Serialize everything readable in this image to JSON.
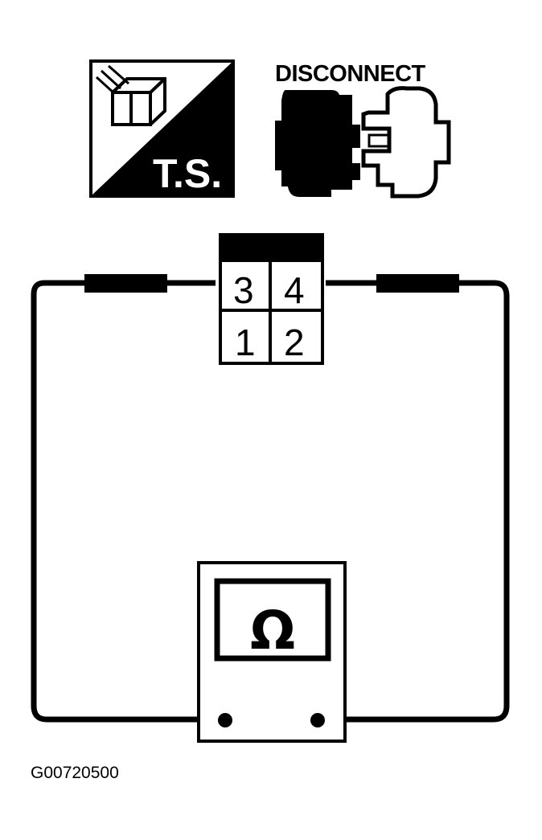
{
  "icons": {
    "test_step": {
      "name": "test-step-icon",
      "label": "T.S."
    },
    "disconnect": {
      "name": "disconnect-connector-icon",
      "label": "DISCONNECT"
    }
  },
  "connector": {
    "pins": [
      {
        "number": "3",
        "position": "top-left"
      },
      {
        "number": "4",
        "position": "top-right"
      },
      {
        "number": "1",
        "position": "bottom-left"
      },
      {
        "number": "2",
        "position": "bottom-right"
      }
    ]
  },
  "meter": {
    "name": "ohmmeter-icon",
    "symbol": "Ω"
  },
  "figure_id": "G00720500",
  "colors": {
    "ink": "#000000",
    "paper": "#ffffff"
  }
}
